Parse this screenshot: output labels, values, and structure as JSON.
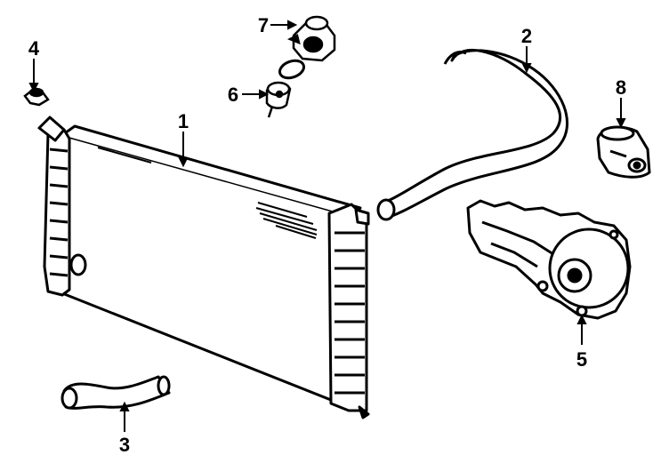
{
  "callouts": [
    {
      "id": "radiator",
      "label": "1"
    },
    {
      "id": "upper-hose",
      "label": "2"
    },
    {
      "id": "lower-hose",
      "label": "3"
    },
    {
      "id": "radiator-cap",
      "label": "4"
    },
    {
      "id": "water-pump",
      "label": "5"
    },
    {
      "id": "thermostat",
      "label": "6"
    },
    {
      "id": "thermostat-housing",
      "label": "7"
    },
    {
      "id": "fan-clutch",
      "label": "8"
    }
  ]
}
